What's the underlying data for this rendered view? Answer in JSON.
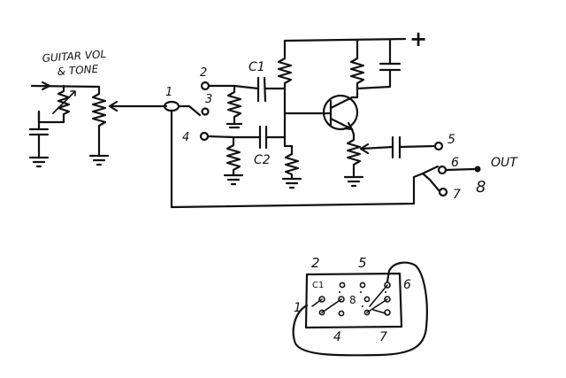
{
  "diagram": {
    "title_line1": "GUITAR VOL",
    "title_line2": "& TONE",
    "supply_label": "+",
    "cap_labels": {
      "c1": "C1",
      "c2": "C2"
    },
    "terminals": {
      "t1": "1",
      "t2": "2",
      "t3": "3",
      "t4": "4",
      "t5": "5",
      "t6": "6",
      "t7": "7",
      "t8": "8"
    },
    "output_label": "OUT",
    "connector": {
      "top_left": "2",
      "top_mid": "5",
      "right": "6",
      "left": "1",
      "bottom_left": "4",
      "bottom_right": "7",
      "c1_pin": "C1",
      "eight": "8"
    }
  }
}
